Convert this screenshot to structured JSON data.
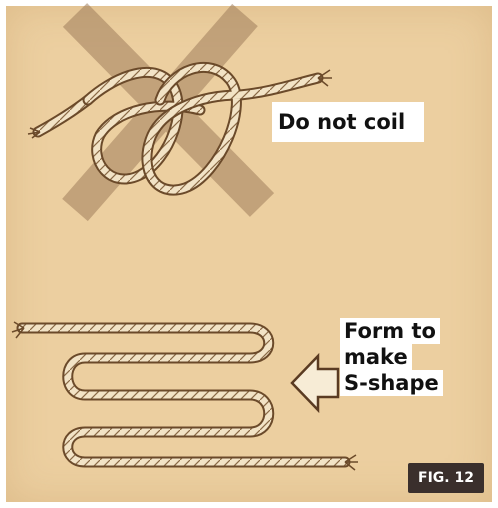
{
  "colors": {
    "background": "#eccfa0",
    "rope": "#f2e3c6",
    "rope_outline": "#6b4a2a",
    "cross": "#b08a66",
    "badge": "#3a2f2c"
  },
  "labels": {
    "do_not_coil": "Do not coil",
    "form_line1": "Form to",
    "form_line2": "make",
    "form_line3": "S-shape"
  },
  "figure": {
    "number": "FIG. 12"
  },
  "icons": {
    "arrow": "hollow-left-arrow",
    "cross": "x-mark"
  }
}
